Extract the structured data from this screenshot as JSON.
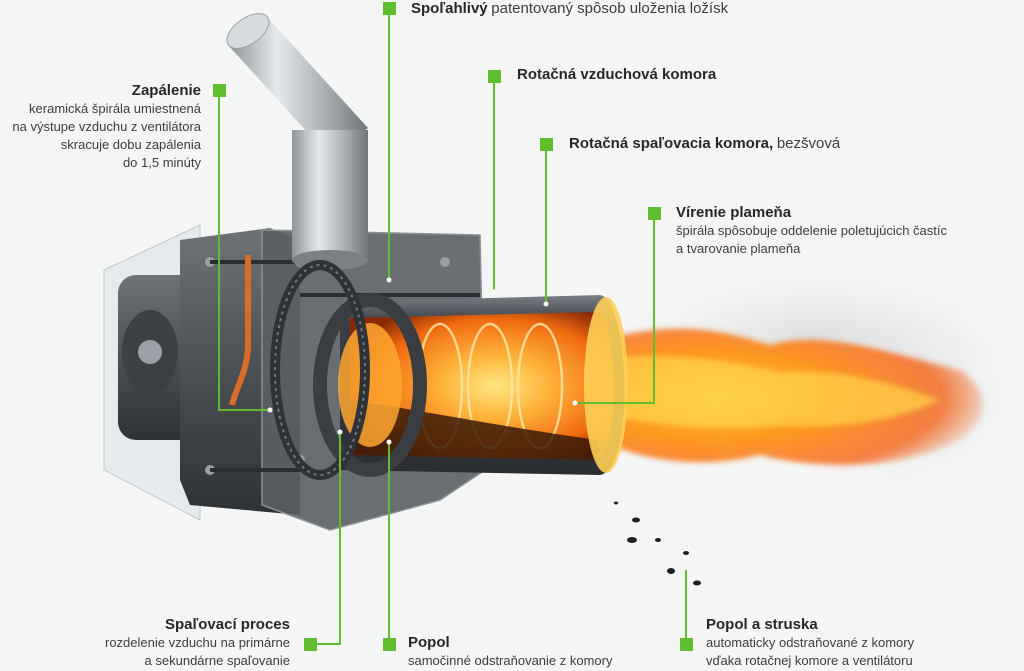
{
  "colors": {
    "accent": "#5fbd2e",
    "text": "#2f3236"
  },
  "callouts": {
    "bearings": {
      "title": "Spoľahlivý",
      "rest": "patentovaný spôsob uloženia ložísk"
    },
    "ignition": {
      "title": "Zapálenie",
      "lines": [
        "keramická špirála umiestnená",
        "na výstupe vzduchu z ventilátora",
        "skracuje dobu zapálenia",
        "do 1,5 minúty"
      ]
    },
    "air_chamber": {
      "title": "Rotačná vzduchová komora"
    },
    "combustion_chamber": {
      "title": "Rotačná spaľovacia komora,",
      "rest": "bezšvová"
    },
    "flame_swirl": {
      "title": "Vírenie plameňa",
      "lines": [
        "špirála spôsobuje oddelenie poletujúcich častíc",
        "a tvarovanie plameňa"
      ]
    },
    "process": {
      "title": "Spaľovací proces",
      "lines": [
        "rozdelenie vzduchu na primárne",
        "a sekundárne spaľovanie"
      ]
    },
    "ash": {
      "title": "Popol",
      "lines": [
        "samočinné odstraňovanie z komory"
      ]
    },
    "ash_slag": {
      "title": "Popol a struska",
      "lines": [
        "automaticky odstraňované z komory",
        "vďaka rotačnej komore a ventilátoru"
      ]
    }
  }
}
